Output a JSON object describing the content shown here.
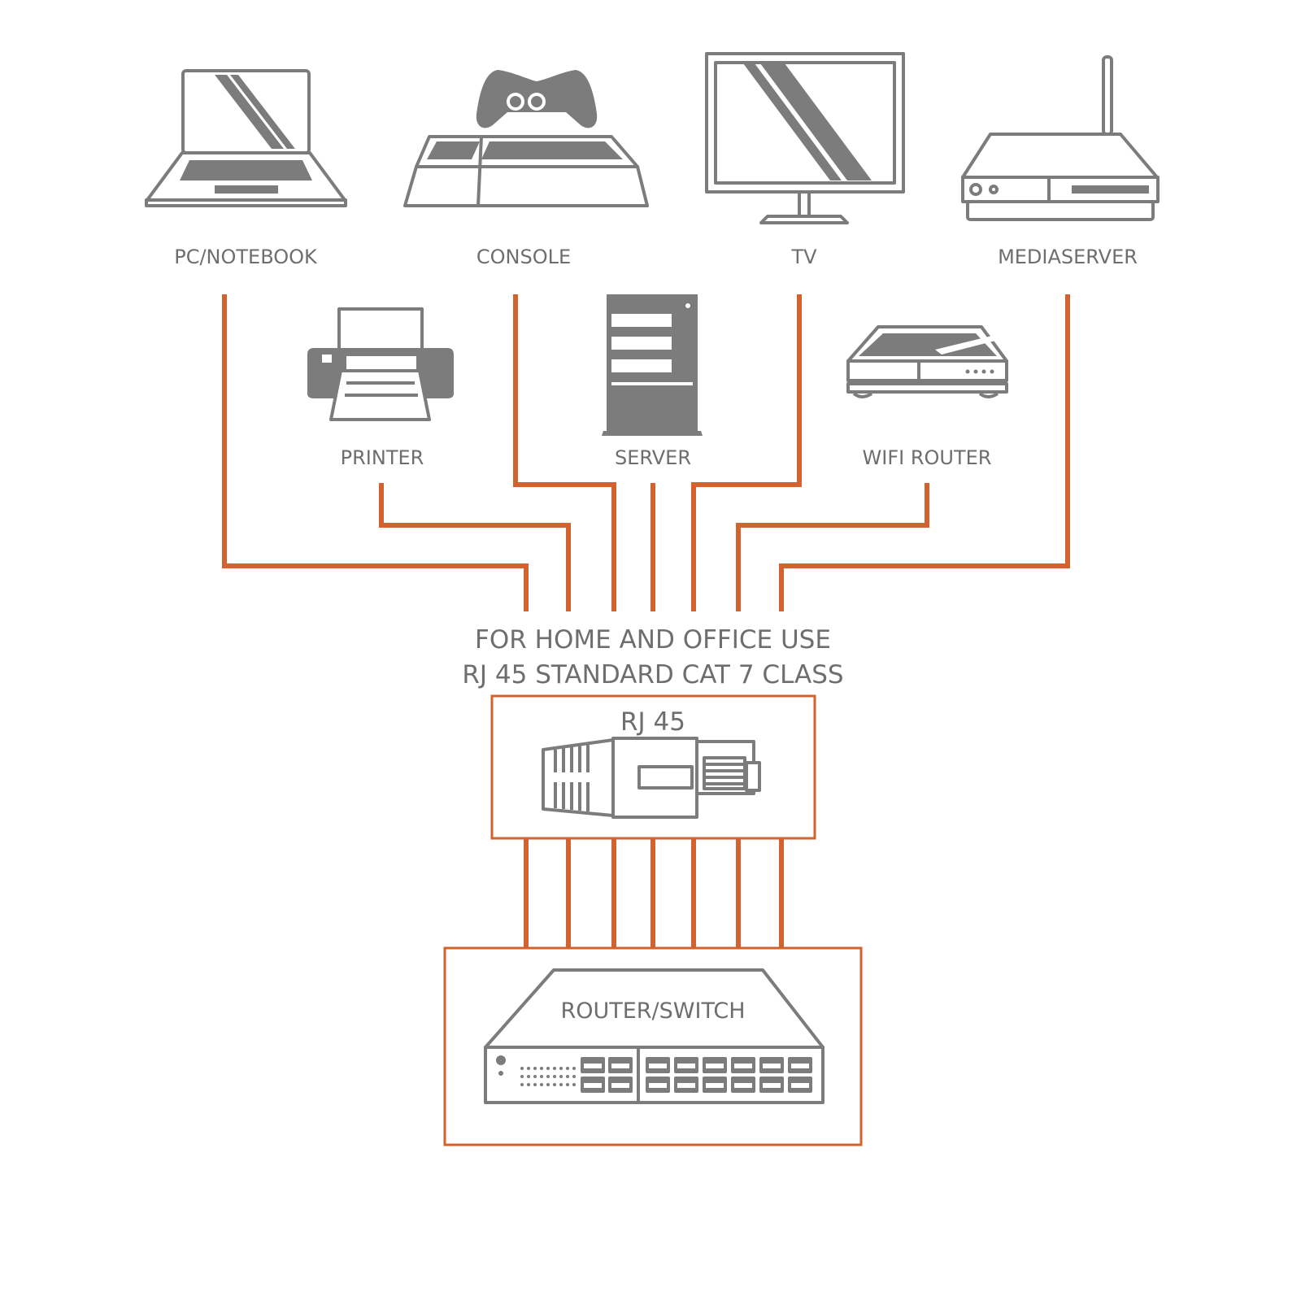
{
  "devices": {
    "pc_notebook": "PC/NOTEBOOK",
    "console": "CONSOLE",
    "tv": "TV",
    "mediaserver": "MEDIASERVER",
    "printer": "PRINTER",
    "server": "SERVER",
    "wifi_router": "WIFI ROUTER"
  },
  "caption": {
    "line1": "FOR HOME AND OFFICE USE",
    "line2": "RJ 45 STANDARD CAT  7 CLASS"
  },
  "connector": {
    "label": "RJ 45"
  },
  "switch": {
    "label": "ROUTER/SWITCH"
  },
  "colors": {
    "cable": "#d2622e",
    "icon": "#7c7c7c",
    "text": "#6e6e6e"
  }
}
